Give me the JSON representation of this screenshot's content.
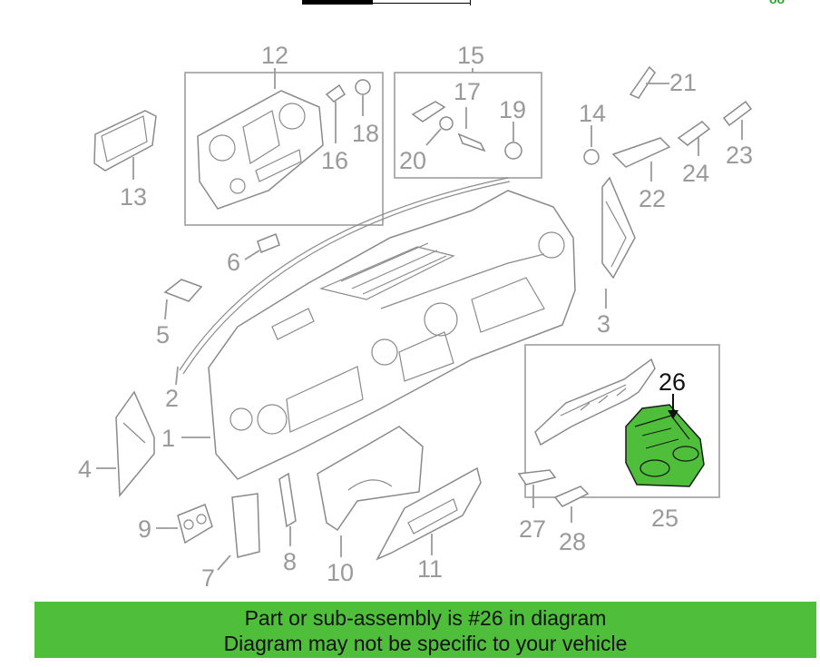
{
  "callouts": {
    "n1": "1",
    "n2": "2",
    "n3": "3",
    "n4": "4",
    "n5": "5",
    "n6": "6",
    "n7": "7",
    "n8": "8",
    "n9": "9",
    "n10": "10",
    "n11": "11",
    "n12": "12",
    "n13": "13",
    "n14": "14",
    "n15": "15",
    "n16": "16",
    "n17": "17",
    "n18": "18",
    "n19": "19",
    "n20": "20",
    "n21": "21",
    "n22": "22",
    "n23": "23",
    "n24": "24",
    "n25": "25",
    "n26": "26",
    "n27": "27",
    "n28": "28"
  },
  "highlight": {
    "part": "26",
    "color": "#4fbf3b"
  },
  "banner": {
    "line1": "Part or sub-assembly is #26 in diagram",
    "line2": "Diagram may not be specific to your vehicle",
    "color": "#4fbf3b"
  },
  "corner_mark": "oo"
}
